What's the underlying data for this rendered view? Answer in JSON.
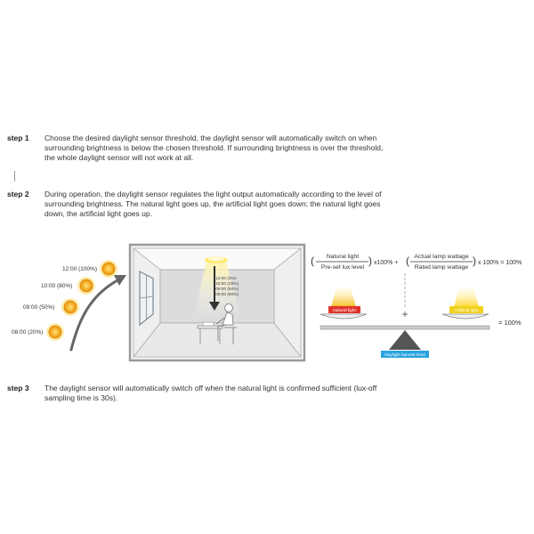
{
  "steps": [
    {
      "label": "step 1",
      "lines": [
        "Choose the desired daylight sensor threshold, the daylight sensor will automatically switch on when",
        "surrounding brightness is below the chosen threshold. If surrounding brightness is over the threshold,",
        "the whole daylight sensor will not work at all."
      ]
    },
    {
      "label": "step 2",
      "lines": [
        "During operation, the daylight sensor regulates the light output automatically according to the level of",
        "surrounding brightness. The natural light goes up, the artificial light goes down; the natural light goes",
        "down, the artificial light goes up."
      ]
    },
    {
      "label": "step 3",
      "lines": [
        "The daylight sensor will automatically switch off when the natural light is confirmed sufficient (lux-off",
        "sampling time is 30s)."
      ]
    }
  ],
  "sun_times": [
    "12:00 (100%)",
    "10:00 (80%)",
    "09:00 (50%)",
    "08:00 (20%)"
  ],
  "lamp_levels": [
    "12:00 (0%)",
    "10:00 (20%)",
    "09:00 (50%)",
    "08:00 (80%)"
  ],
  "formula": {
    "natural_light": "Natural light",
    "preset_lux": "Pre-set lux level",
    "pct1": "x100% +",
    "actual_wattage": "Actual lamp wattage",
    "rated_wattage": "Rated lamp wattage",
    "pct2": "x 100% = 100%"
  },
  "balance": {
    "left_tag": "Natural light",
    "right_tag": "Artificial light",
    "base_tag": "Daylight harvest level",
    "plus": "+",
    "result": "= 100%"
  },
  "colors": {
    "sun": "#f2a61c",
    "left_tag": "#e0342b",
    "right_tag": "#f0d21a",
    "base_tag": "#29a3e0",
    "room_frame": "#9a9a9a"
  }
}
